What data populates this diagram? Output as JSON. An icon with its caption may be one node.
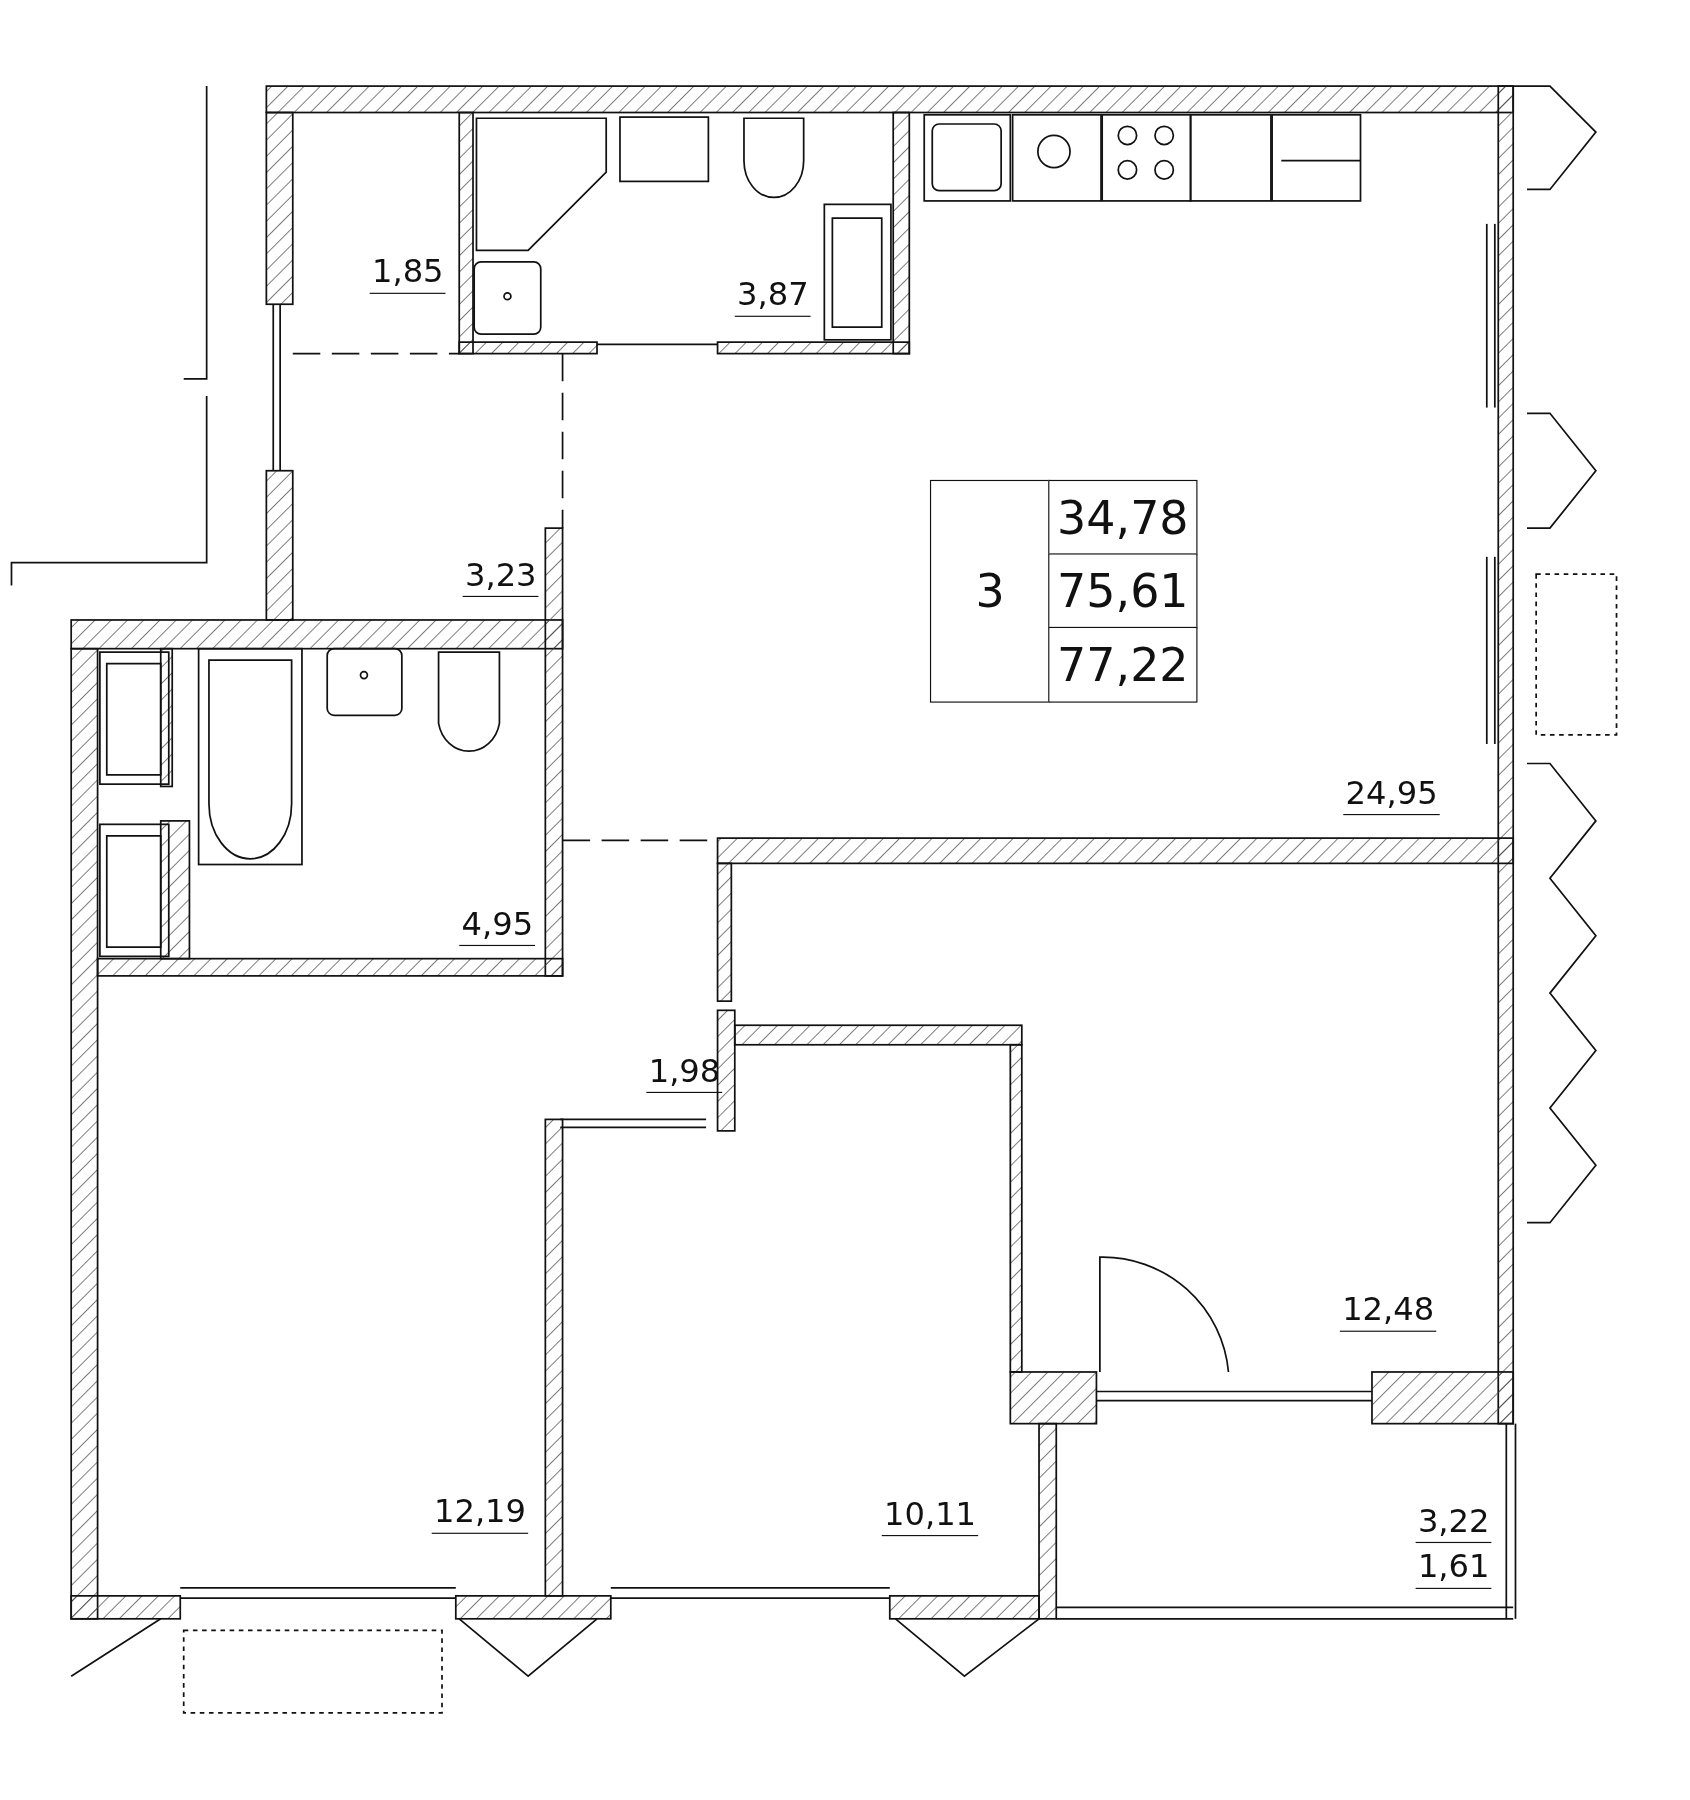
{
  "diagram": {
    "labels": [
      "1,85",
      "3,87",
      "3",
      "34,78",
      "75,61",
      "77,22",
      "3,23",
      "24,95",
      "4,95",
      "1,98",
      "12,48",
      "12,19",
      "10,11",
      "3,22",
      "1,61"
    ]
  }
}
